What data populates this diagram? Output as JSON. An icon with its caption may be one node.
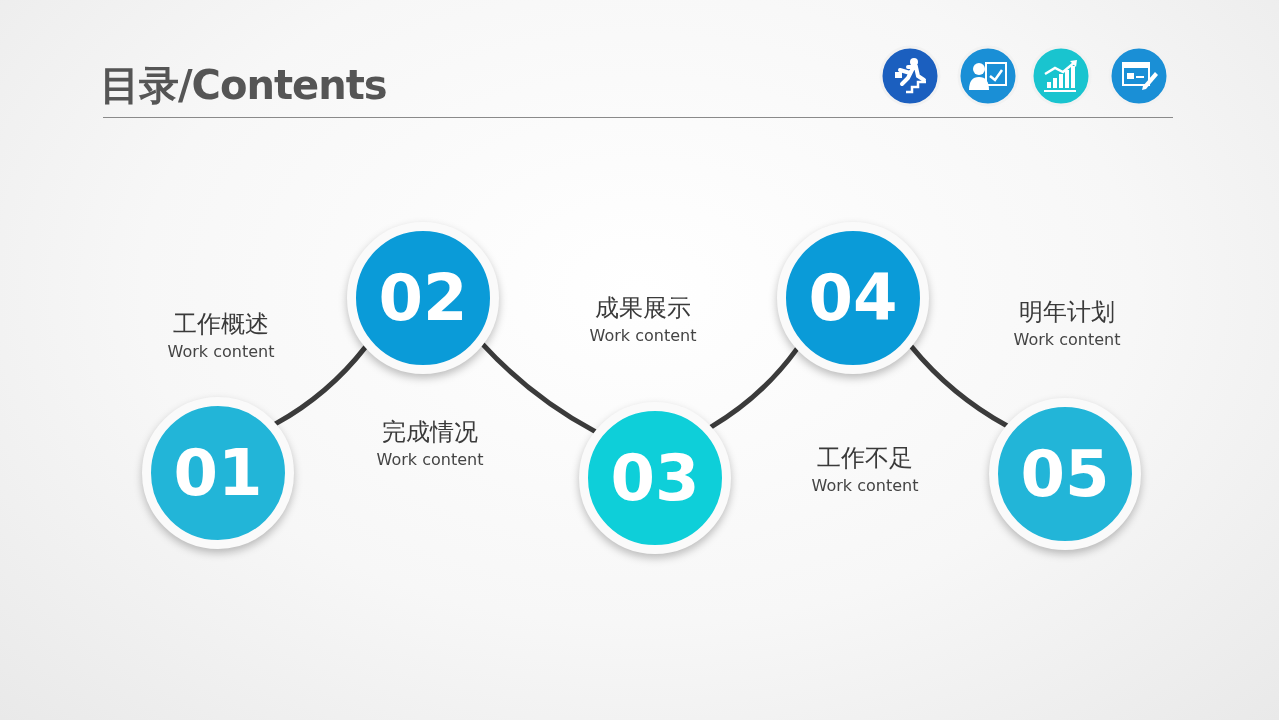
{
  "diagram": {
    "title": "目录/Contents",
    "nodes": [
      {
        "text": [
          "01"
        ],
        "beside": [
          "工作概述",
          "Work content"
        ]
      },
      {
        "text": [
          "02"
        ],
        "beside": [
          "完成情况",
          "Work content"
        ]
      },
      {
        "text": [
          "03"
        ],
        "beside": [
          "成果展示",
          "Work content"
        ]
      },
      {
        "text": [
          "04"
        ],
        "beside": [
          "工作不足",
          "Work content"
        ]
      },
      {
        "text": [
          "05"
        ],
        "beside": [
          "明年计划",
          "Work content"
        ]
      }
    ],
    "edges": [
      {
        "from": 0,
        "to": 1,
        "arrow": "none"
      },
      {
        "from": 1,
        "to": 2,
        "arrow": "none"
      },
      {
        "from": 2,
        "to": 3,
        "arrow": "none"
      },
      {
        "from": 3,
        "to": 4,
        "arrow": "none"
      }
    ]
  }
}
